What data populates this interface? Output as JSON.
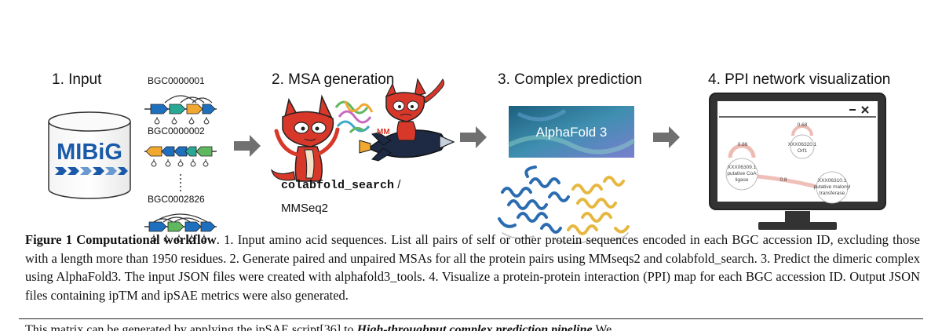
{
  "steps": [
    {
      "label": "1. Input"
    },
    {
      "label": "2. MSA generation"
    },
    {
      "label": "3. Complex prediction"
    },
    {
      "label": "4. PPI network visualization"
    }
  ],
  "input": {
    "db_logo": "MIBiG",
    "bgc": [
      "BGC0000001",
      "BGC0000002",
      "BGC0002826"
    ]
  },
  "msa": {
    "tool_code": "colabfold_search",
    "tool_sep": " /",
    "tool_alt": "MMSeq2",
    "rocket_text": "MM"
  },
  "prediction": {
    "banner_text": "AlphaFold 3"
  },
  "network": {
    "nodes": [
      {
        "id": "XXX06320.1",
        "desc": "Orf1",
        "score": "0.68"
      },
      {
        "id": "XXX06309.1",
        "desc_lines": [
          "putative CoA",
          "ligase"
        ],
        "score": "0.86"
      },
      {
        "id": "XXX06310.1",
        "desc_lines": [
          "putative malonyl",
          "transferase"
        ]
      }
    ],
    "edge_label": "0.8"
  },
  "caption": {
    "label": "Figure 1 Computational workflow",
    "text": ". 1. Input amino acid sequences. List all pairs of self or other protein sequences encoded in each BGC accession ID, excluding those with a length more than 1950 residues. 2.  Generate paired and unpaired MSAs for all the protein pairs using MMseqs2 and colabfold_search. 3. Predict the dimeric complex using AlphaFold3. The input JSON files were created with alphafold3_tools. 4. Visualize a protein-protein interaction (PPI) map for each BGC accession ID. Output JSON files containing ipTM and ipSAE metrics were also generated."
  },
  "next_text": {
    "before": "This matrix can be generated by applying the ipSAE script[36] to",
    "emphasis": "High-throughput complex prediction pipeline",
    "after": "We"
  },
  "colors": {
    "arrow": "#707070",
    "gene_blue": "#1f6fbf",
    "gene_teal": "#2aa896",
    "gene_green": "#5fb85f",
    "gene_orange": "#f0a830",
    "logo_blue": "#1a5aa8",
    "helix_blue": "#2b6cb0",
    "helix_gold": "#e6b840",
    "edge_pink": "#e8a49a"
  }
}
